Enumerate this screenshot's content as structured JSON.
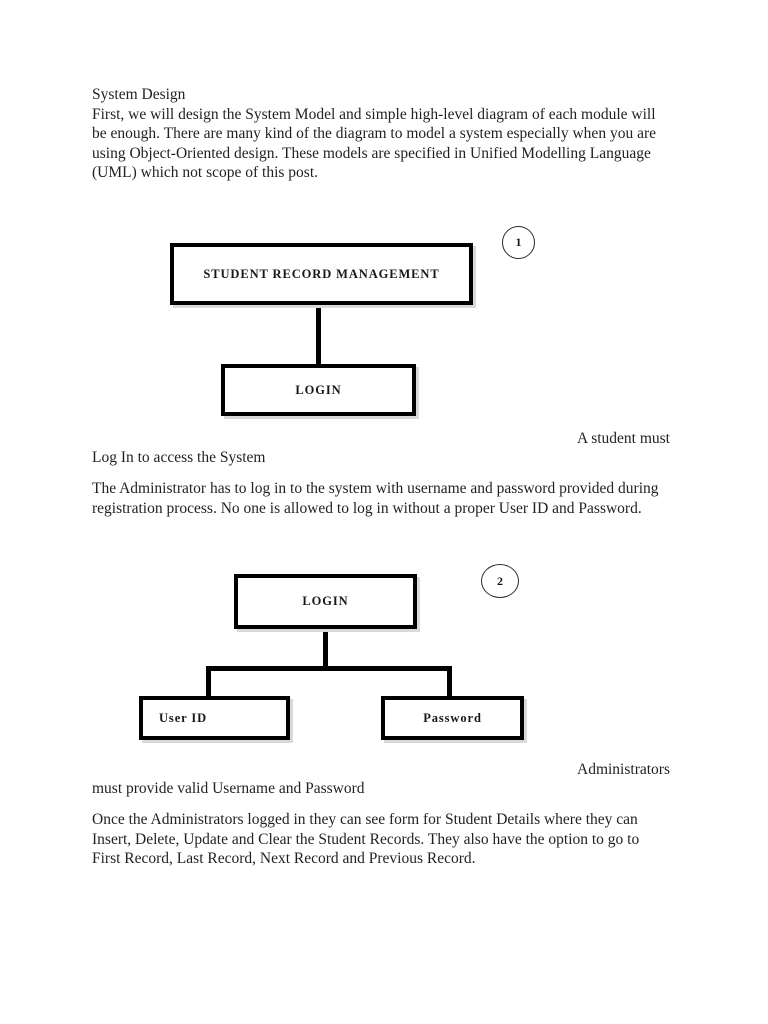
{
  "document": {
    "section_heading": "System Design",
    "intro_paragraph": "First, we will design the System Model and simple high-level diagram of each module will be enough. There are many kind of the diagram to model a system especially when you are using Object-Oriented design. These models are specified in Unified Modelling Language (UML) which not scope of this post.",
    "caption_one_right": "A student must",
    "caption_one_continue": "Log In to access the System",
    "paragraph_two": "The Administrator has to log in to the system with username and password provided during registration process. No one is allowed to log in without a proper User ID and Password.",
    "caption_two_right": "Administrators",
    "caption_two_continue": "must provide valid Username and Password",
    "paragraph_three": "Once the Administrators logged in they can see form for Student Details where they can Insert, Delete, Update and Clear the Student Records. They also have the option to go to First Record, Last Record, Next Record and Previous Record."
  },
  "diagram_one": {
    "badge_label": "1",
    "root_node": "STUDENT RECORD MANAGEMENT",
    "child_node": "LOGIN"
  },
  "diagram_two": {
    "badge_label": "2",
    "root_node": "LOGIN",
    "child_left": "User ID",
    "child_right": "Password"
  },
  "colors": {
    "page_background": "#ffffff",
    "text": "#231f20",
    "node_border": "#000000",
    "node_fill": "#ffffff",
    "node_shadow": "#d9d9d9",
    "connector": "#000000"
  }
}
